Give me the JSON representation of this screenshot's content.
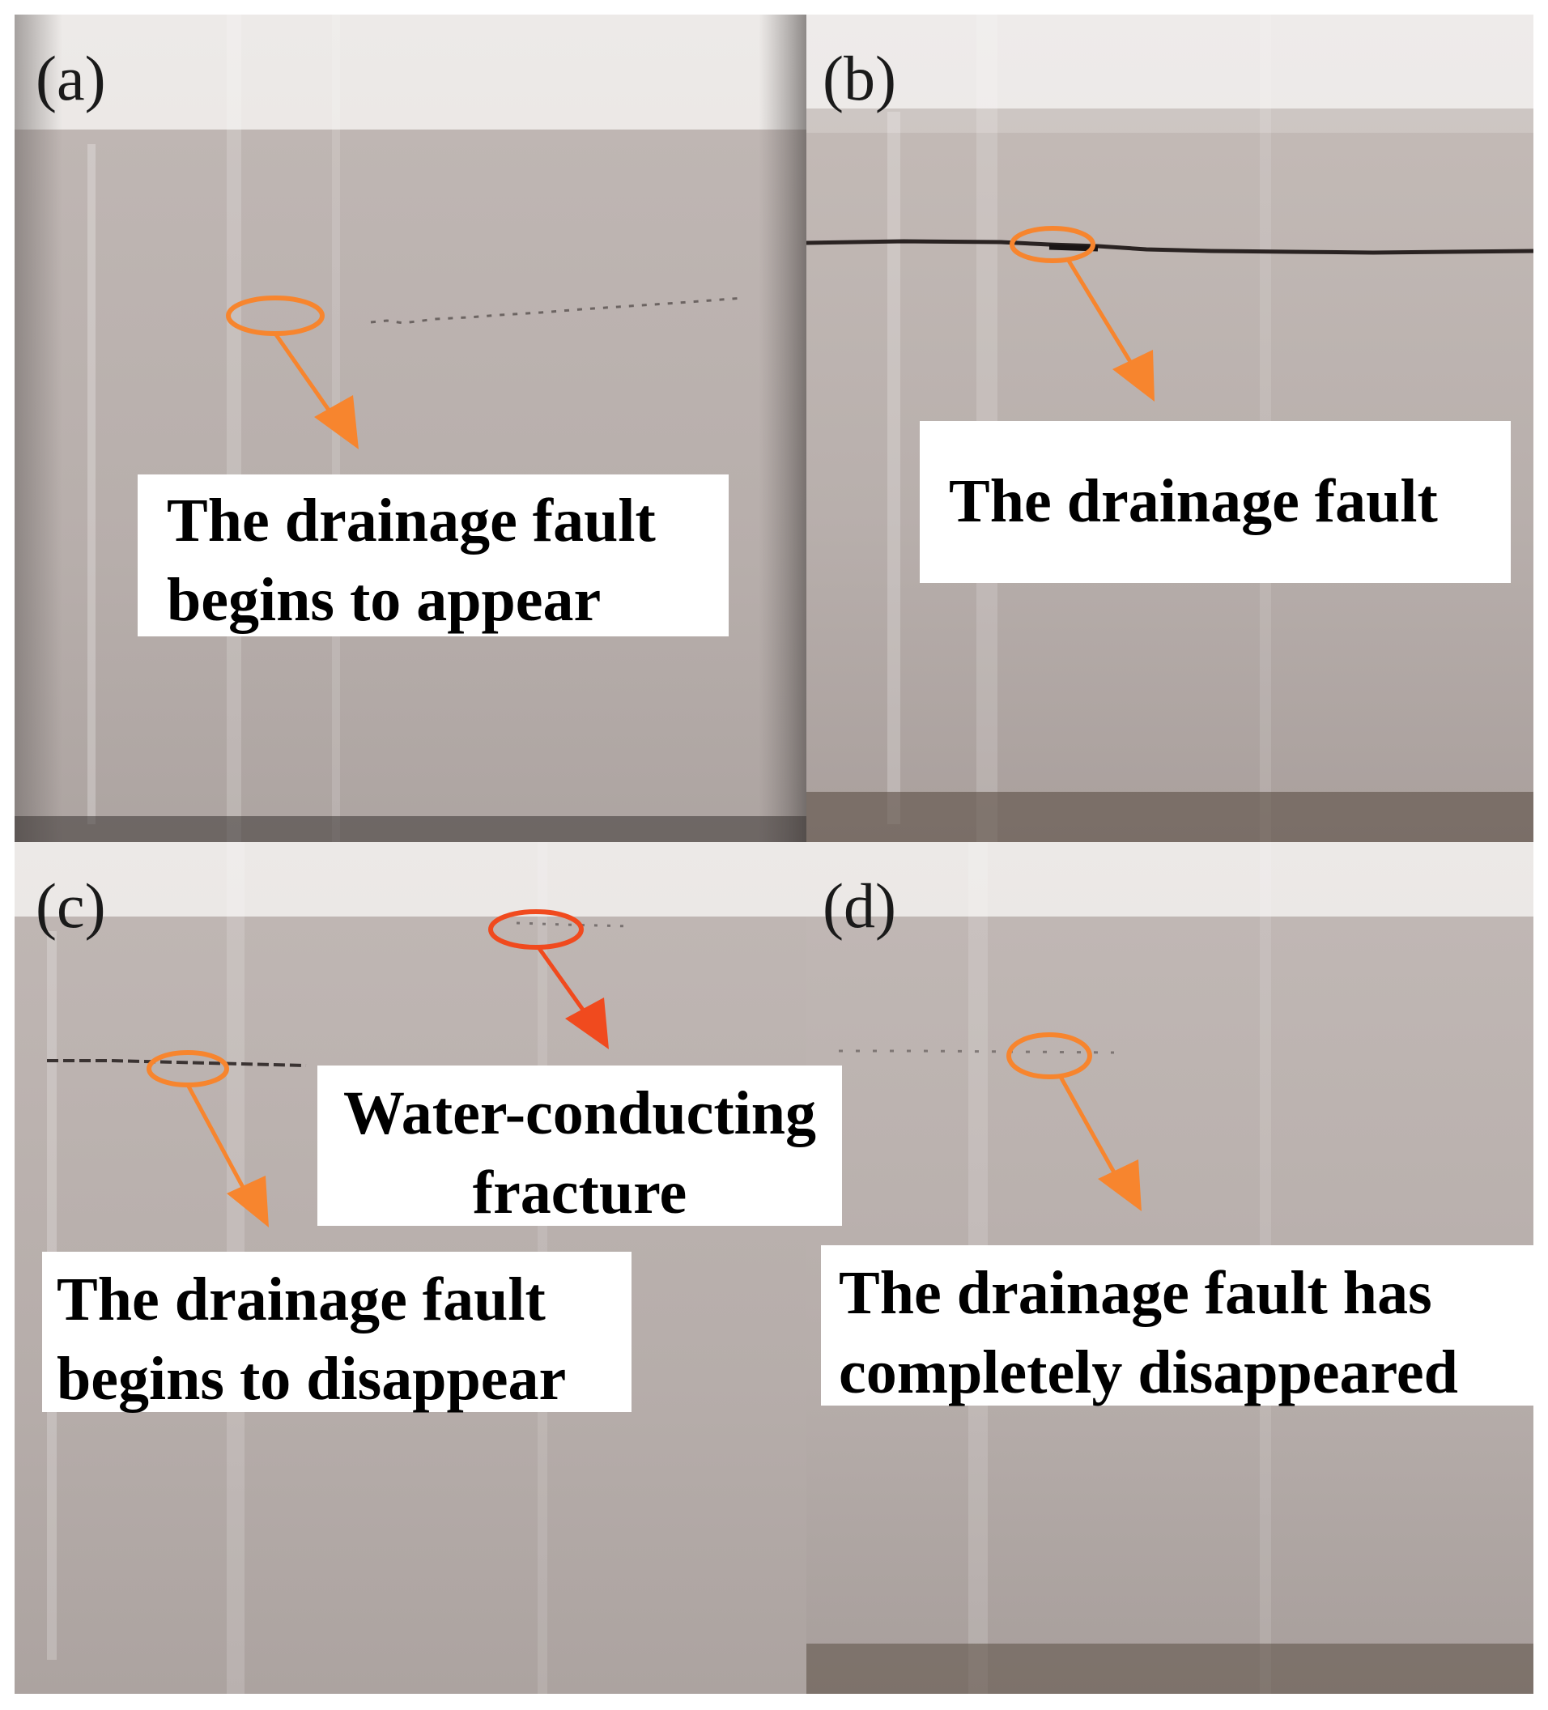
{
  "figure": {
    "panels": [
      {
        "label": "(a)",
        "annotations": [
          {
            "lines": [
              "The drainage fault",
              "begins to appear"
            ]
          }
        ]
      },
      {
        "label": "(b)",
        "annotations": [
          {
            "lines": [
              "The drainage fault"
            ]
          }
        ]
      },
      {
        "label": "(c)",
        "annotations": [
          {
            "lines": [
              "Water-conducting",
              "fracture"
            ]
          },
          {
            "lines": [
              "The drainage fault",
              "begins to disappear"
            ]
          }
        ]
      },
      {
        "label": "(d)",
        "annotations": [
          {
            "lines": [
              "The drainage fault has",
              "completely disappeared"
            ]
          }
        ]
      }
    ],
    "colors": {
      "marker_orange": "#F7852E",
      "marker_red": "#F04A1E",
      "sand": "#B9B0AE",
      "glass": "#E6E2E0"
    }
  }
}
